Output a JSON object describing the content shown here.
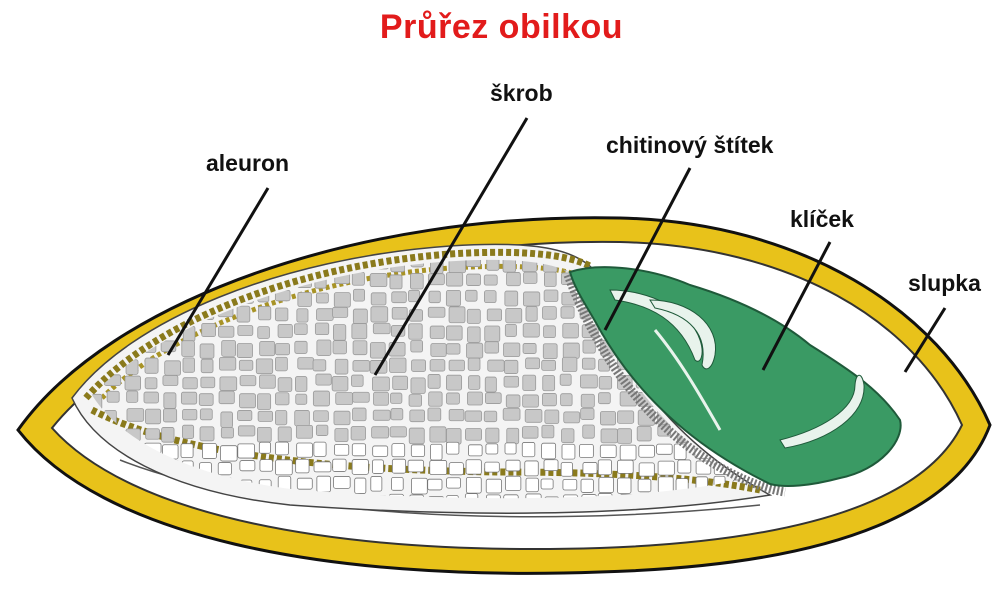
{
  "title": "Průřez obilkou",
  "labels": {
    "aleuron": "aleuron",
    "skrob": "škrob",
    "chitin": "chitinový štítek",
    "klicek": "klíček",
    "slupka": "slupka"
  },
  "colors": {
    "title": "#e21b1b",
    "hull": "#e8c21a",
    "aleuron": "#8a7a1c",
    "starch": "#c8c8c8",
    "embryo": "#3a9a64"
  }
}
